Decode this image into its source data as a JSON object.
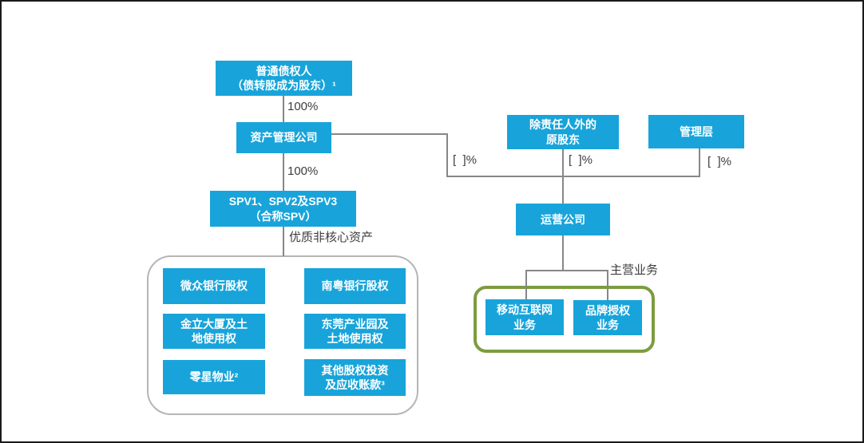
{
  "colors": {
    "node_blue": "#18a4da",
    "line_gray": "#878787",
    "container_border": "#b5b5b5",
    "green_border": "#7d9c3f",
    "label_text": "#3d3d3d"
  },
  "nodes": {
    "creditors": "普通债权人\n（债转股成为股东）¹",
    "asset_mgmt": "资产管理公司",
    "spv": "SPV1、SPV2及SPV3\n（合称SPV）",
    "weizhong_bank": "微众银行股权",
    "nanyue_bank": "南粤银行股权",
    "jinli_tower": "金立大厦及土\n地使用权",
    "dongguan_park": "东莞产业园及\n土地使用权",
    "scattered_property": "零星物业²",
    "other_equity": "其他股权投资\n及应收账款³",
    "original_shareholders": "除责任人外的\n原股东",
    "management": "管理层",
    "operating_company": "运营公司",
    "mobile_internet": "移动互联网\n业务",
    "brand_licensing": "品牌授权\n业务"
  },
  "labels": {
    "pct_creditors_amc": "100%",
    "pct_amc_spv": "100%",
    "pct_amc_opco": "[  ]%",
    "pct_shareholders_opco": "[  ]%",
    "pct_management_opco": "[  ]%",
    "noncore_assets": "优质非核心资产",
    "main_business": "主营业务"
  }
}
